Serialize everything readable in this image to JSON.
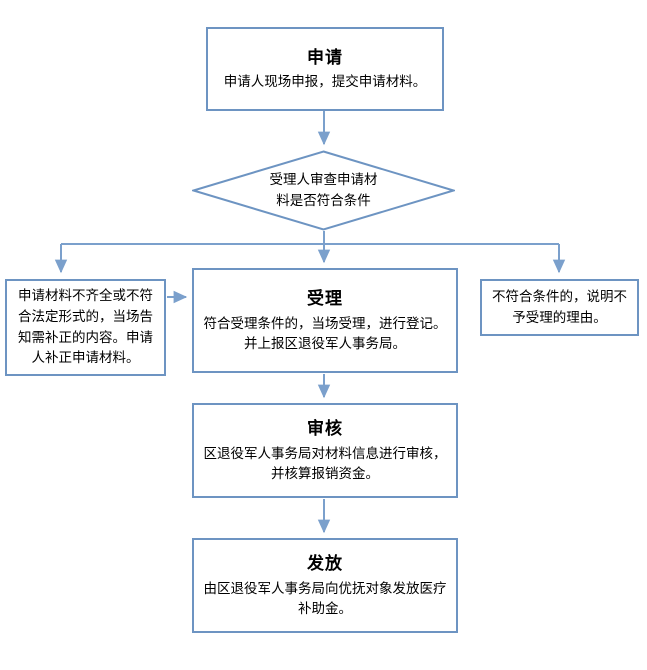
{
  "diagram": {
    "type": "flowchart",
    "orientation": "top-down",
    "accent_color": "#6d94c2",
    "line_color": "#7ba0cc",
    "background_color": "#ffffff",
    "nodes": {
      "apply": {
        "shape": "rectangle",
        "title": "申请",
        "body": "申请人现场申报，提交申请材料。"
      },
      "decision": {
        "shape": "diamond",
        "body": "受理人审查申请材\n料是否符合条件"
      },
      "supplement": {
        "shape": "rectangle",
        "body": "申请材料不齐全或不符合法定形式的，当场告知需补正的内容。申请人补正申请材料。"
      },
      "accept": {
        "shape": "rectangle",
        "title": "受理",
        "body": "符合受理条件的，当场受理，进行登记。并上报区退役军人事务局。"
      },
      "reject": {
        "shape": "rectangle",
        "body": "不符合条件的，说明不予受理的理由。"
      },
      "review": {
        "shape": "rectangle",
        "title": "审核",
        "body": "区退役军人事务局对材料信息进行审核，并核算报销资金。"
      },
      "issue": {
        "shape": "rectangle",
        "title": "发放",
        "body": "由区退役军人事务局向优抚对象发放医疗补助金。"
      }
    },
    "connectors": [
      {
        "from": "apply",
        "to": "decision",
        "style": "arrow-down"
      },
      {
        "from": "decision",
        "to": "supplement",
        "style": "arrow-branch-left"
      },
      {
        "from": "decision",
        "to": "accept",
        "style": "arrow-down"
      },
      {
        "from": "decision",
        "to": "reject",
        "style": "arrow-branch-right"
      },
      {
        "from": "supplement",
        "to": "accept",
        "style": "arrow-right"
      },
      {
        "from": "accept",
        "to": "review",
        "style": "arrow-down"
      },
      {
        "from": "review",
        "to": "issue",
        "style": "arrow-down"
      }
    ]
  }
}
